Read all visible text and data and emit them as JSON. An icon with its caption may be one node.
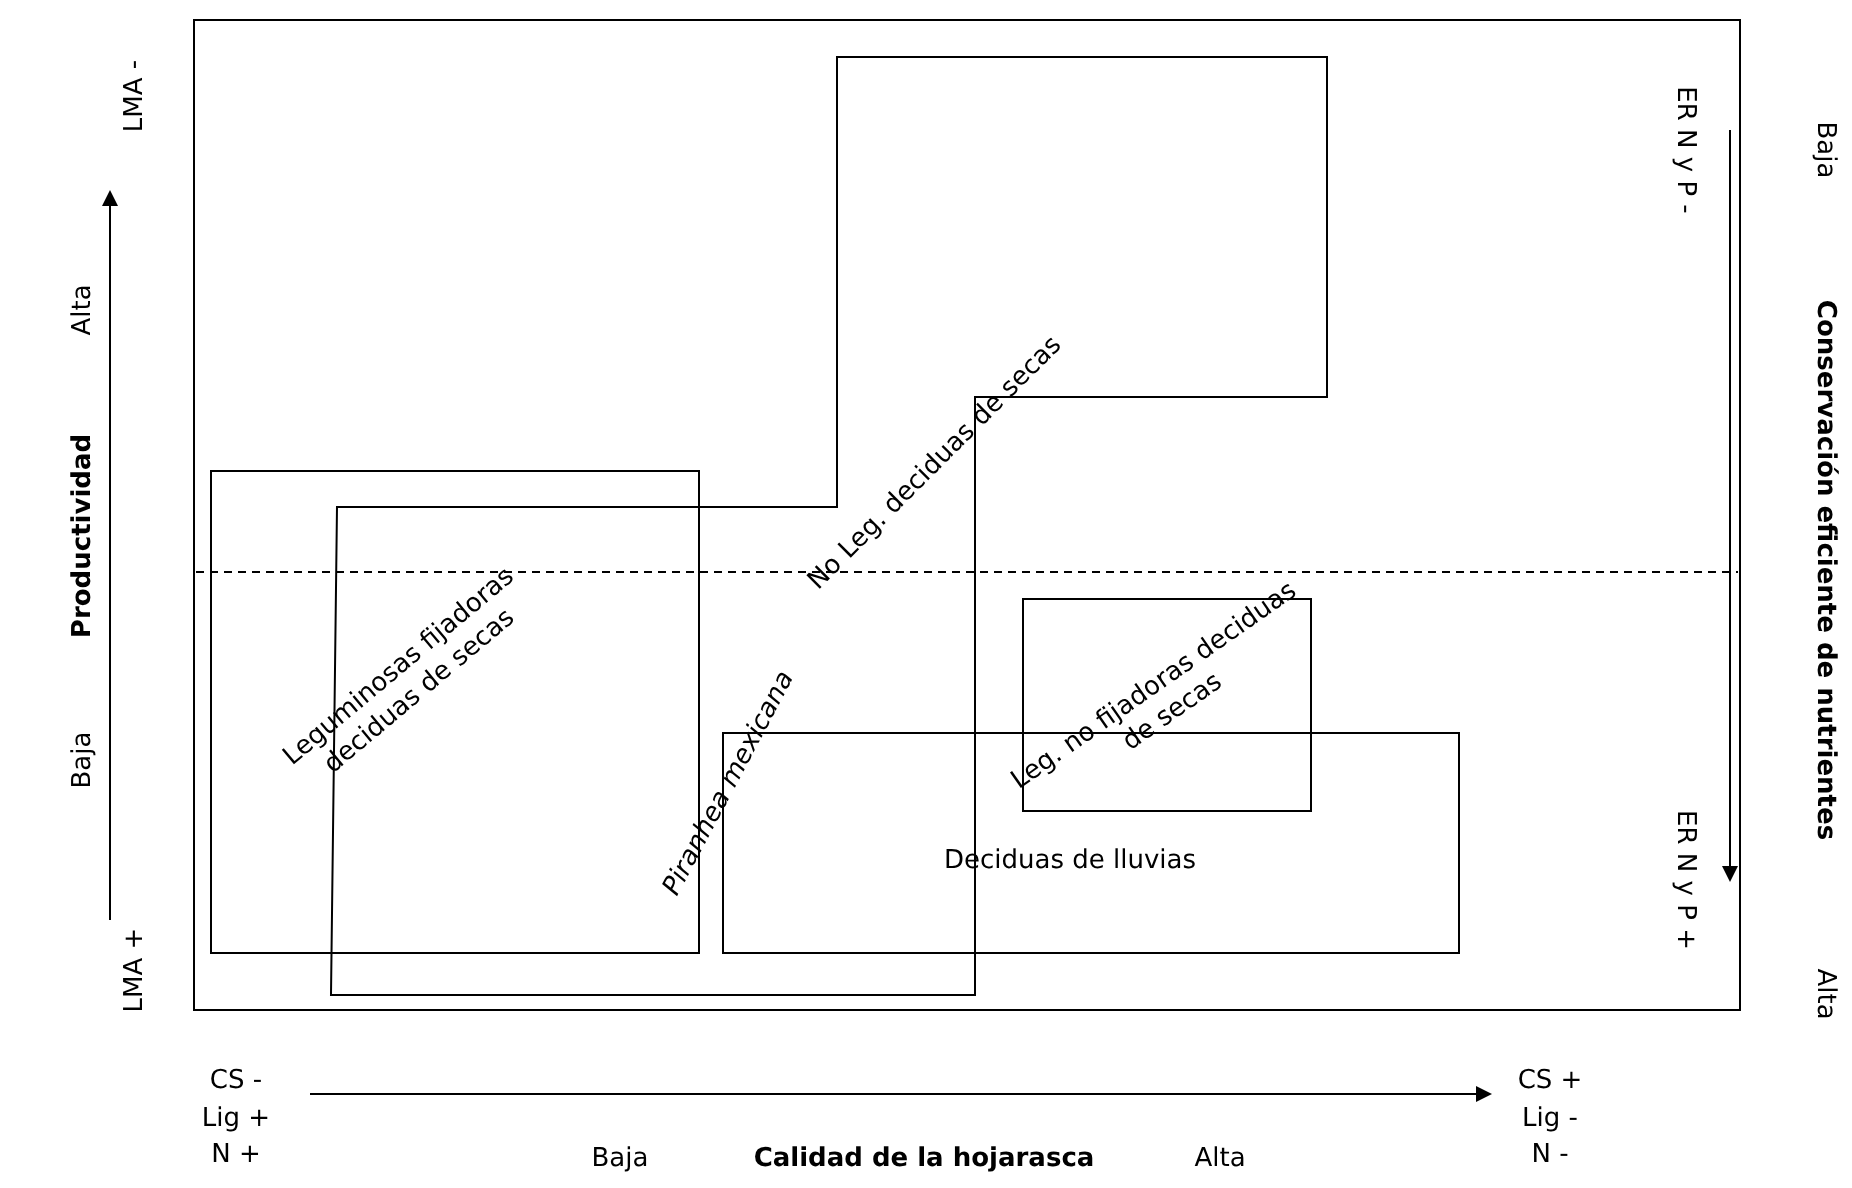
{
  "diagram": {
    "nodes": [
      {
        "text": [
          "Leguminosas fijadoras deciduas de secas"
        ]
      },
      {
        "text": [
          "No Leg. deciduas de secas"
        ]
      },
      {
        "text": [
          "Leg. no fijadoras deciduas de secas"
        ]
      },
      {
        "text": [
          "Deciduas de lluvias"
        ]
      }
    ],
    "labels": [
      "LMA -",
      "Alta",
      "Productividad",
      "Baja",
      "LMA +",
      "ER N y P -",
      "ER N y P +",
      "Baja",
      "Conservación eficiente de nutrientes",
      "Alta",
      "Piranhea mexicana",
      "CS -",
      "Lig +",
      "N +",
      "Baja",
      "Calidad de la hojarasca",
      "Alta",
      "CS +",
      "Lig -",
      "N -"
    ]
  }
}
